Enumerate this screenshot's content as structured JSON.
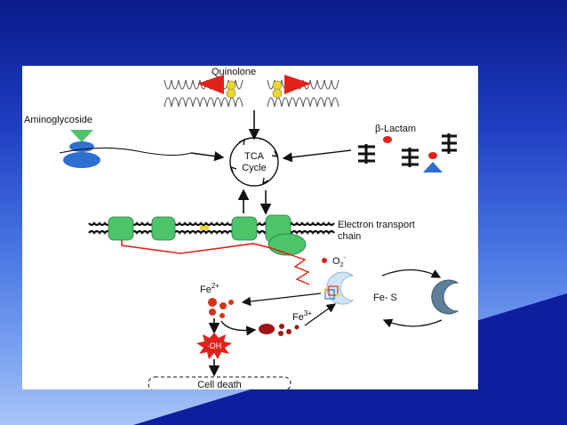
{
  "labels": {
    "quinolone": "Quinolone",
    "aminoglycoside": "Aminoglycoside",
    "beta_lactam": "β-Lactam",
    "tca_line1": "TCA",
    "tca_line2": "Cycle",
    "etc_line1": "Electron transport",
    "etc_line2": "chain",
    "superoxide": "O",
    "superoxide_sub": "2",
    "superoxide_sup": "-",
    "fe2_base": "Fe",
    "fe2_charge": "2+",
    "fe3_base": "Fe",
    "fe3_charge": "3+",
    "fes": "Fe- S",
    "hydroxyl": "·OH",
    "cell_death": "Cell death"
  },
  "colors": {
    "slide_dark": "#0a1a8a",
    "slide_light": "#a9c4f7",
    "wedge": "#0d1f9e",
    "green": "#4cc46a",
    "blue": "#2f6fd1",
    "red": "#e0221b",
    "iron_red": "#d2361a"
  }
}
